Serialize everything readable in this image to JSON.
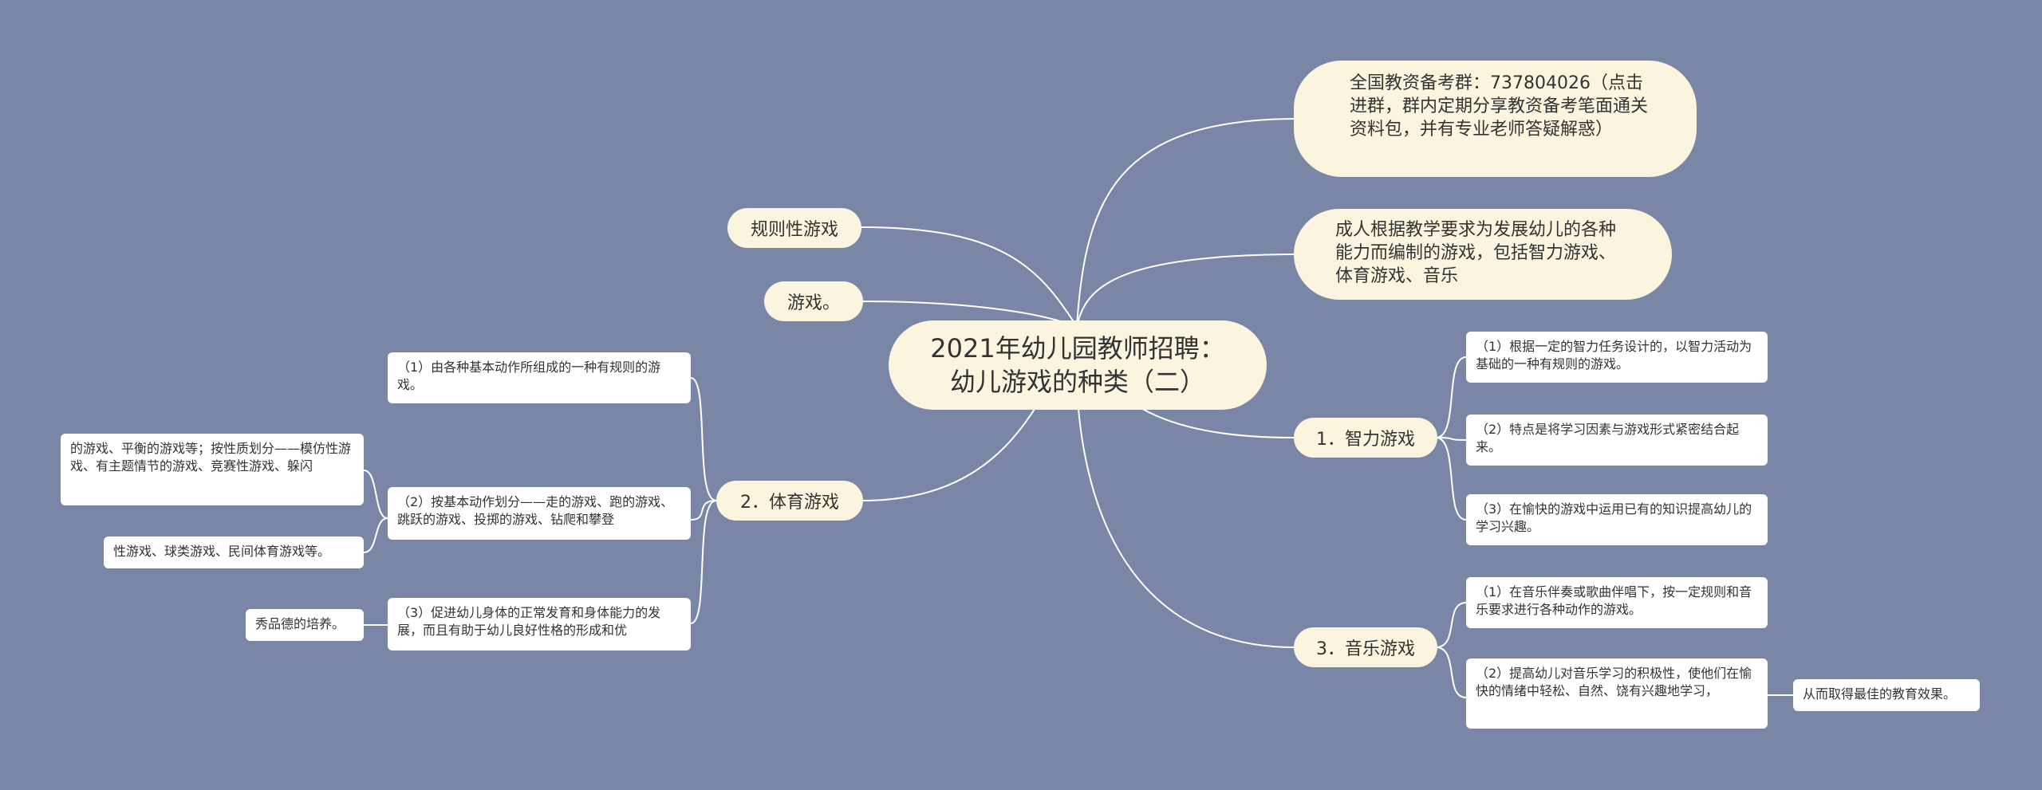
{
  "root": {
    "line1": "2021年幼儿园教师招聘：",
    "line2": "幼儿游戏的种类（二）"
  },
  "info1": "全国教资备考群：737804026（点击进群，群内定期分享教资备考笔面通关资料包，并有专业老师答疑解惑）",
  "info2": "成人根据教学要求为发展幼儿的各种能力而编制的游戏，包括智力游戏、体育游戏、音乐",
  "rule_game": "规则性游戏",
  "game": "游戏。",
  "intelligence": {
    "title": "1．智力游戏",
    "items": [
      "（1）根据一定的智力任务设计的，以智力活动为基础的一种有规则的游戏。",
      "（2）特点是将学习因素与游戏形式紧密结合起来。",
      "（3）在愉快的游戏中运用已有的知识提高幼儿的学习兴趣。"
    ]
  },
  "music": {
    "title": "3．音乐游戏",
    "items": [
      "（1）在音乐伴奏或歌曲伴唱下，按一定规则和音乐要求进行各种动作的游戏。",
      "（2）提高幼儿对音乐学习的积极性，使他们在愉快的情绪中轻松、自然、饶有兴趣地学习，"
    ],
    "extra": "从而取得最佳的教育效果。"
  },
  "sports": {
    "title": "2．体育游戏",
    "items": [
      "（1）由各种基本动作所组成的一种有规则的游戏。",
      "（2）按基本动作划分——走的游戏、跑的游戏、跳跃的游戏、投掷的游戏、钻爬和攀登",
      "（3）促进幼儿身体的正常发育和身体能力的发展，而且有助于幼儿良好性格的形成和优"
    ],
    "sub2a": "的游戏、平衡的游戏等；按性质划分——模仿性游戏、有主题情节的游戏、竞赛性游戏、躲闪",
    "sub2b": "性游戏、球类游戏、民间体育游戏等。",
    "sub3": "秀品德的培养。"
  }
}
